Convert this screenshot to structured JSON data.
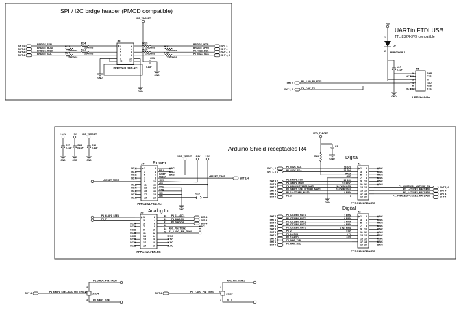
{
  "common": {
    "gnd": "GND",
    "nc": "NC"
  },
  "spi_section": {
    "title": "SPI / I2C brdge  header (PMOD compatible)",
    "supply": "VDD_TARGET",
    "connector": {
      "ref": "J3",
      "part": "PPPC062LJBN-RC",
      "pin_count": 12
    },
    "left_nets": [
      {
        "net": "BRIDGE_SSEL",
        "sheet": "SHT 4",
        "res": "R14",
        "value": "100ohms"
      },
      {
        "net": "BRIDGE_MOSI",
        "sheet": "SHT 4",
        "res": "R22",
        "value": "100ohms"
      },
      {
        "net": "BRIDGE_MISO",
        "sheet": "SHT 4",
        "res": "R21",
        "value": "100ohms"
      },
      {
        "net": "BRIDGE_SCK",
        "sheet": "SHT 4",
        "res": "R24",
        "value": "100ohms"
      }
    ],
    "right_nets": [
      {
        "net": "BRIDGE_INTR",
        "sheet": "SHT 4",
        "res": "R19",
        "value": "100ohms"
      },
      {
        "net": "BRIDGE_GPIO",
        "sheet": "SHT 4",
        "res": "R23",
        "value": "100ohms"
      },
      {
        "net": "P0_4-I2C_SCL",
        "sheet": "SHT 4, 6",
        "res": "R20",
        "value": "100ohms"
      },
      {
        "net": "P0_5-I2C_SDA",
        "sheet": "SHT 4, 6",
        "res": "R25",
        "value": "100ohms"
      }
    ],
    "cap": {
      "ref": "C11",
      "value": "0.1uF"
    }
  },
  "uart_section": {
    "title": "UARTto FTDI USB",
    "subtitle": "TTL-232R-3V3 compatible",
    "supply": "+5V",
    "diode": {
      "ref": "D7",
      "part": "PMEG2005EJ",
      "pins": [
        "1",
        "2"
      ]
    },
    "cap": {
      "ref": "C37",
      "value": "0.1uF"
    },
    "connector": {
      "ref": "J5",
      "part": "HDR-1x06-RA",
      "pins": [
        "1",
        "2",
        "3",
        "4",
        "5",
        "6"
      ],
      "signals": [
        "GND",
        "CTS",
        "5V",
        "TXD",
        "RXD",
        "RTS"
      ]
    },
    "nets": [
      {
        "net": "P1_6-MP_RX_FTDI",
        "sheet": "SHT 2"
      },
      {
        "net": "P1_7-MP_TX",
        "sheet": "SHT 2, 4"
      }
    ]
  },
  "arduino_section": {
    "title": "Arduino Shield receptacles R4",
    "decoupling": [
      {
        "supply": "+3.3V",
        "ref": "C17",
        "value": "0.1uF"
      },
      {
        "supply": "+5V",
        "ref": "C18",
        "value": "0.1uF"
      },
      {
        "supply": "VDD_TARGET",
        "ref": "C19",
        "value": "0.1uF"
      }
    ],
    "power": {
      "title": "Power",
      "ref": "J7",
      "part": "PPPC102LFBN-RC",
      "pin_count": 20,
      "reset_net": "nRESET_TRGT",
      "reset_sheet": "SHT 3, 4",
      "right_labels": [
        "",
        "RFU",
        "IOREF",
        "RESET",
        "+3V3",
        "+5V",
        "GND",
        "GND",
        "VIN",
        "VIN"
      ],
      "supplies": [
        "VDD_TARGET",
        "+3.3V",
        "+5V"
      ],
      "jumper": "JS16"
    },
    "analog": {
      "title": "Analog In",
      "ref": "J8",
      "part": "PPPC102LFBN-RC",
      "pin_count": 20,
      "left_nets": [
        "P1_6-MP1_SSEL",
        "P0_7"
      ],
      "right": [
        {
          "pin_label": "A0",
          "net": "P1_11-ADC1",
          "sheet": "SHT 4"
        },
        {
          "pin_label": "A1",
          "net": "P1_8-ADC3",
          "sheet": "SHT 4"
        },
        {
          "pin_label": "A2",
          "net": "P1_9-ADC4",
          "sheet": "SHT 4"
        },
        {
          "pin_label": "A3",
          "net": "NC",
          "sheet": ""
        },
        {
          "pin_label": "A4",
          "net": "ADC_PIN_TRIG1",
          "sheet": ""
        },
        {
          "pin_label": "A5",
          "net": "P1_5-ADC_PIN_TRIG0",
          "sheet": ""
        }
      ]
    },
    "digital_top": {
      "title": "Digital",
      "ref": "J1",
      "part": "PPPC102LFBN-RC",
      "pin_count": 20,
      "supply": "VDD_TARGET",
      "res": "R13",
      "cap": "C3",
      "left": [
        {
          "pin_label": "19 SCL",
          "net": "P0_5-I2C_SCL",
          "sheet": "SHT 4, 6"
        },
        {
          "pin_label": "18 SDA",
          "net": "P0_4-I2C_SDA",
          "sheet": "SHT 4, 6"
        },
        {
          "pin_label": "AREF",
          "net": "",
          "sheet": ""
        },
        {
          "pin_label": "GND",
          "net": "",
          "sheet": ""
        },
        {
          "pin_label": "13 SCK",
          "net": "P1_6-MP1_SCK",
          "sheet": "SHT 4"
        },
        {
          "pin_label": "12 MISO",
          "net": "P1_4-MP1_MISO",
          "sheet": "SHT 4"
        },
        {
          "pin_label": "11 PWM MOSI",
          "net": "P1_6-MOSI/CT16B0_MAT0",
          "sheet": "SHT 4"
        },
        {
          "pin_label": "10 PWM SSEL",
          "net": "P1_9-MP1_SSEL/CT16B1_MAT1",
          "sheet": "SHT 4"
        },
        {
          "pin_label": "9 PWM",
          "net": "P1_10-CT16B1_MAT0",
          "sheet": "SHT 4"
        },
        {
          "pin_label": "8",
          "net": "P1_3",
          "sheet": "SHT 4"
        }
      ],
      "right": [
        {
          "net": "P0_13-CT32B1_MAT2/MP_EN",
          "sheet": "SHT 3, 4"
        },
        {
          "net": "P1_1-CT32B1_MAT0/AD0",
          "sheet": "SHT 4"
        },
        {
          "net": "P1_2-CT32B1_MAT1/AD2",
          "sheet": "SHT 4"
        },
        {
          "net": "P1_4-WAKEUP-CT32B1_MAT3/AD5",
          "sheet": "SHT 4"
        }
      ]
    },
    "digital_bottom": {
      "title": "Digital",
      "ref": "J2",
      "part": "PPPC102LFBN-RC",
      "pin_count": 20,
      "left": [
        {
          "pin_label": "7 PWM",
          "net": "P0_CT32B0_MAT1",
          "sheet": "SHT 4"
        },
        {
          "pin_label": "6 PWM",
          "net": "P0_CT32B0_MAT2",
          "sheet": "SHT 4"
        },
        {
          "pin_label": "5 PWM",
          "net": "P0_CT16B0_MAT2",
          "sheet": "SHT 4"
        },
        {
          "pin_label": "4 PWM",
          "net": "P0_CT16B0_MAT1",
          "sheet": "SHT 4"
        },
        {
          "pin_label": "3 INT PWM",
          "net": "P0_CT32B0_MAT3",
          "sheet": "SHT 4"
        },
        {
          "pin_label": "2 INT",
          "net": "P0_2",
          "sheet": "SHT 4"
        },
        {
          "pin_label": "1 TX",
          "net": "P0_19-TXD",
          "sheet": "SHT 4"
        },
        {
          "pin_label": "0 RX",
          "net": "P0_18-RXD",
          "sheet": "SHT 4"
        },
        {
          "pin_label": "",
          "net": "P0_MAT_TXD",
          "sheet": "SHT 4"
        },
        {
          "pin_label": "",
          "net": "P0_MAT_RXD",
          "sheet": "SHT 4"
        }
      ]
    }
  },
  "jumpers": [
    {
      "ref": "JS14",
      "sheet": "SHT 4",
      "net_in": "P1_6-MP1_SSEL-ADC_PIN_TRIG12",
      "net_top": "P1_5-ADC_PIN_TRIG0",
      "net_bottom": "P1_6-MP1_SSEL",
      "pins": [
        "1",
        "2",
        "3"
      ]
    },
    {
      "ref": "JS15",
      "sheet": "SHT 4",
      "net_in": "P0_7-ADC_PIN_TRIG1",
      "net_top": "ADC_PIN_TRIG1",
      "net_bottom": "P0_7",
      "pins": [
        "1",
        "2",
        "3"
      ]
    }
  ]
}
